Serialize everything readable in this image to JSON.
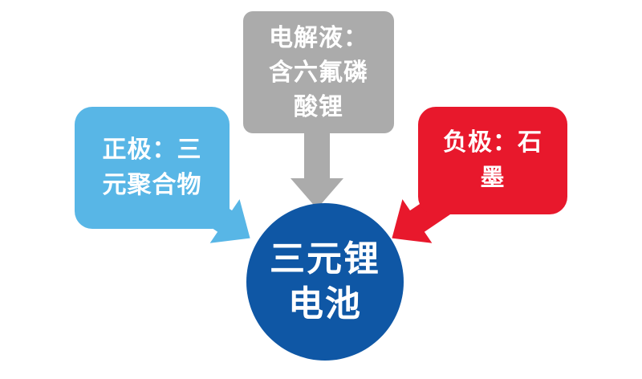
{
  "colors": {
    "electrolyte": "#ababab",
    "cathode": "#58b6e6",
    "anode": "#e8182c",
    "battery": "#0f57a5",
    "text": "#ffffff",
    "background": "#ffffff"
  },
  "nodes": {
    "electrolyte": {
      "role": "electrolyte",
      "lines": [
        "电解液：",
        "含六氟磷",
        "酸锂"
      ],
      "full_text": "电解液：含六氟磷酸锂"
    },
    "cathode": {
      "role": "positive-electrode",
      "lines": [
        "正极：三",
        "元聚合物"
      ],
      "full_text": "正极：三元聚合物"
    },
    "anode": {
      "role": "negative-electrode",
      "lines": [
        "负极：石",
        "墨"
      ],
      "full_text": "负极：石墨"
    },
    "battery": {
      "role": "center-node",
      "lines": [
        "三元锂",
        "电池"
      ],
      "full_text": "三元锂电池"
    }
  }
}
